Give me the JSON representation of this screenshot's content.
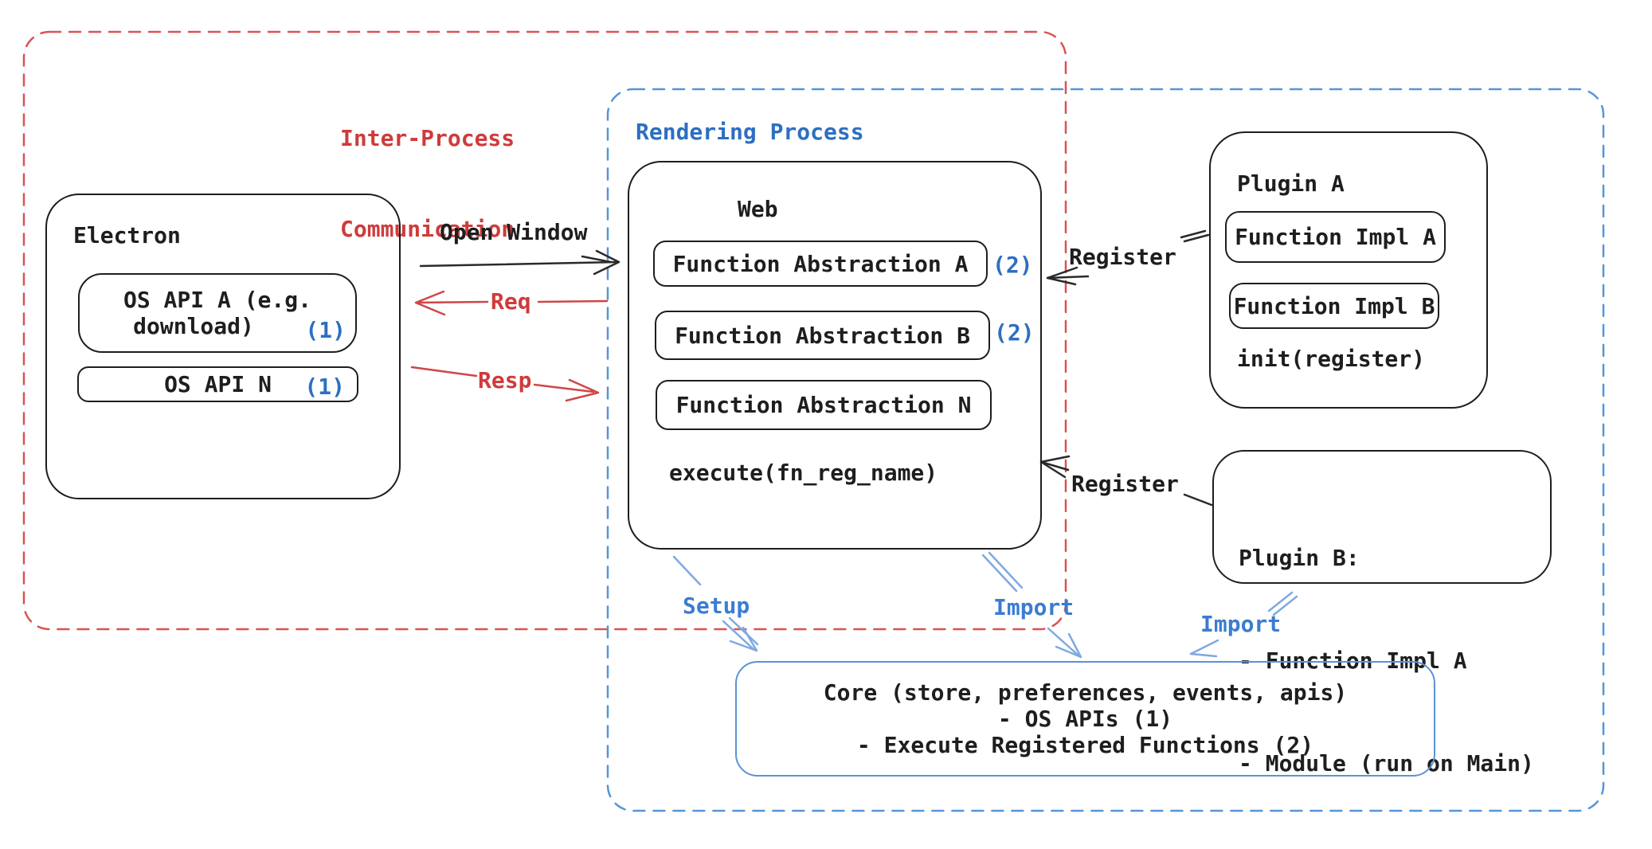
{
  "colors": {
    "red": "#cf3b3b",
    "red_dash": "#da5353",
    "blue": "#2d6fc1",
    "blue_dash": "#5795d8",
    "light_blue_arrow": "#7fa9e0",
    "black": "#1e1e1e"
  },
  "ipc_box": {
    "label_line1": "Inter-Process",
    "label_line2": "Communication"
  },
  "rendering_box": {
    "label": "Rendering Process"
  },
  "electron": {
    "title": "Electron",
    "os_api_a": {
      "line1": "OS API A (e.g.",
      "line2": "download)",
      "badge": "(1)"
    },
    "os_api_n": {
      "label": "OS API N",
      "badge": "(1)"
    }
  },
  "web": {
    "title": "Web",
    "fn_a": {
      "label": "Function Abstraction A",
      "badge": "(2)"
    },
    "fn_b": {
      "label": "Function Abstraction B",
      "badge": "(2)"
    },
    "fn_n": {
      "label": "Function Abstraction N"
    },
    "execute": "execute(fn_reg_name)"
  },
  "plugin_a": {
    "title": "Plugin A",
    "impl_a": "Function Impl A",
    "impl_b": "Function Impl B",
    "init": "init(register)"
  },
  "plugin_b": {
    "title": "Plugin B:",
    "item1": "- Function Impl A",
    "item2": "- Module (run on Main)"
  },
  "core": {
    "line1": "Core (store, preferences, events, apis)",
    "line2": "- OS APIs (1)",
    "line3": "- Execute Registered Functions (2)"
  },
  "labels": {
    "open_window": "Open Window",
    "req": "Req",
    "resp": "Resp",
    "register_a": "Register",
    "register_b": "Register",
    "setup": "Setup",
    "import_web": "Import",
    "import_plugin": "Import"
  }
}
